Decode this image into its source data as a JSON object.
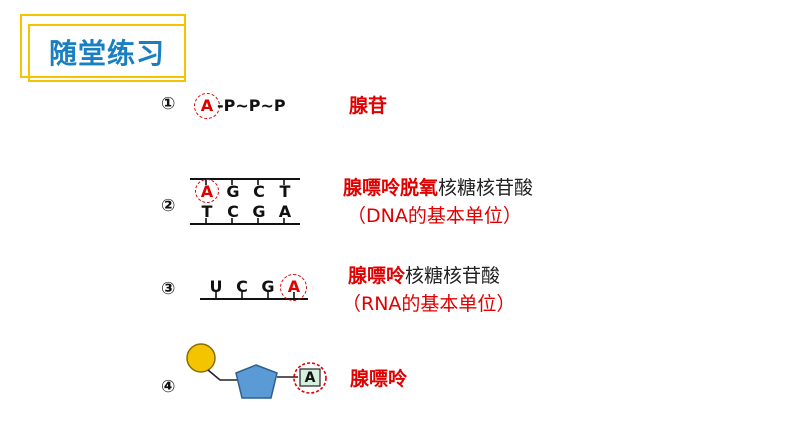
{
  "title": "随堂练习",
  "items": [
    {
      "number": "①",
      "sequence": "-P~P~P",
      "circled": "A",
      "label": "腺苷"
    },
    {
      "number": "②",
      "top_strand": [
        "A",
        "G",
        "C",
        "T"
      ],
      "bottom_strand": [
        "T",
        "C",
        "G",
        "A"
      ],
      "label_red": "腺嘌呤脱氧",
      "label_black": "核糖核苷酸",
      "sub": "（DNA的基本单位）"
    },
    {
      "number": "③",
      "strand": [
        "U",
        "C",
        "G",
        "A"
      ],
      "label_red": "腺嘌呤",
      "label_black": "核糖核苷酸",
      "sub": "（RNA的基本单位）"
    },
    {
      "number": "④",
      "base": "A",
      "label": "腺嘌呤"
    }
  ],
  "colors": {
    "accent_red": "#e00000",
    "title_blue": "#1a7fc0",
    "frame_yellow": "#f5c400",
    "phosphate_yellow": "#f5c400",
    "sugar_blue": "#5b9bd5",
    "base_green": "#d6eedd"
  }
}
